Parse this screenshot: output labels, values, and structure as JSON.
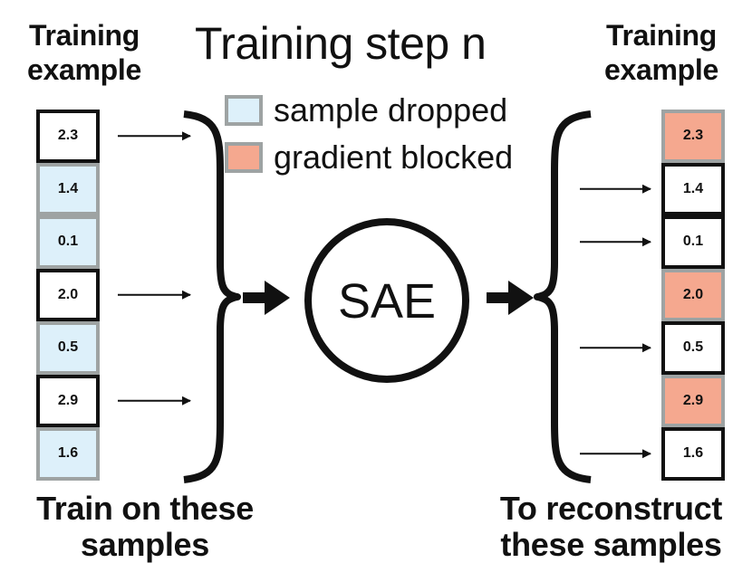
{
  "title": "Training step n",
  "left_heading": [
    "Training",
    "example"
  ],
  "right_heading": [
    "Training",
    "example"
  ],
  "legend": [
    {
      "label": "sample dropped",
      "color": "#ddf0fa"
    },
    {
      "label": "gradient blocked",
      "color": "#f5a88f"
    }
  ],
  "center": {
    "label": "SAE"
  },
  "left_column": [
    {
      "value": "2.3",
      "state": "kept"
    },
    {
      "value": "1.4",
      "state": "dropped"
    },
    {
      "value": "0.1",
      "state": "dropped"
    },
    {
      "value": "2.0",
      "state": "kept"
    },
    {
      "value": "0.5",
      "state": "dropped"
    },
    {
      "value": "2.9",
      "state": "kept"
    },
    {
      "value": "1.6",
      "state": "dropped"
    }
  ],
  "right_column": [
    {
      "value": "2.3",
      "state": "blocked"
    },
    {
      "value": "1.4",
      "state": "kept"
    },
    {
      "value": "0.1",
      "state": "kept"
    },
    {
      "value": "2.0",
      "state": "blocked"
    },
    {
      "value": "0.5",
      "state": "kept"
    },
    {
      "value": "2.9",
      "state": "blocked"
    },
    {
      "value": "1.6",
      "state": "kept"
    }
  ],
  "footer_left": [
    "Train on these",
    "samples"
  ],
  "footer_right": [
    "To reconstruct",
    "these samples"
  ],
  "colors": {
    "dropped": "#ddf0fa",
    "blocked": "#f5a88f",
    "kept": "#ffffff",
    "dark_border": "#111111",
    "light_border": "#9ea3a3"
  }
}
